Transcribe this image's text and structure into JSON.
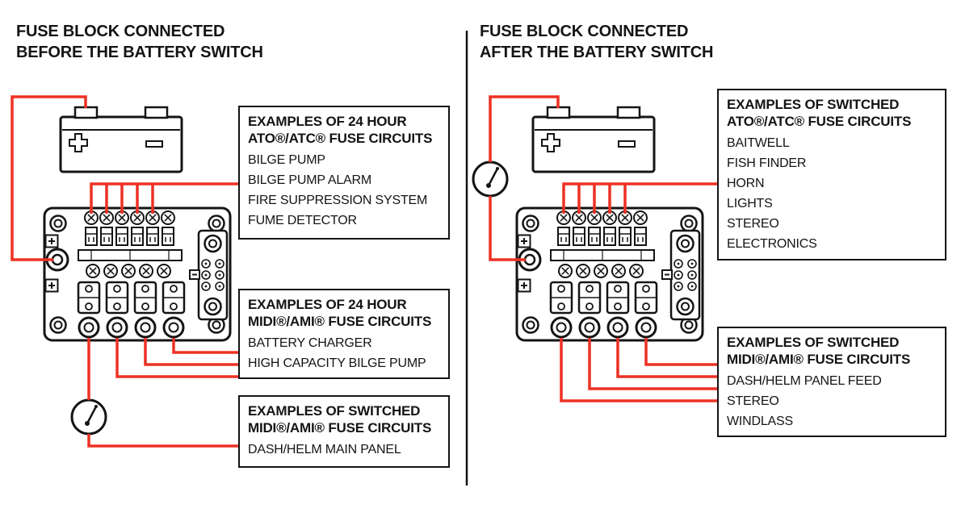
{
  "palette": {
    "red": "#ed3124",
    "ink": "#141414"
  },
  "left_panel": {
    "title_line1": "FUSE BLOCK CONNECTED",
    "title_line2": "BEFORE THE BATTERY SWITCH",
    "callouts": [
      {
        "title_line1": "EXAMPLES OF 24 HOUR",
        "title_line2": "ATO®/ATC® FUSE CIRCUITS",
        "items": [
          "BILGE PUMP",
          "BILGE PUMP ALARM",
          "FIRE SUPPRESSION SYSTEM",
          "FUME DETECTOR"
        ]
      },
      {
        "title_line1": "EXAMPLES OF 24 HOUR",
        "title_line2": "MIDI®/AMI® FUSE CIRCUITS",
        "items": [
          "BATTERY CHARGER",
          "HIGH CAPACITY BILGE PUMP"
        ]
      },
      {
        "title_line1": "EXAMPLES OF SWITCHED",
        "title_line2": "MIDI®/AMI® FUSE CIRCUITS",
        "items": [
          "DASH/HELM MAIN PANEL"
        ]
      }
    ]
  },
  "right_panel": {
    "title_line1": "FUSE BLOCK CONNECTED",
    "title_line2": "AFTER THE BATTERY SWITCH",
    "callouts": [
      {
        "title_line1": "EXAMPLES OF SWITCHED",
        "title_line2": "ATO®/ATC® FUSE CIRCUITS",
        "items": [
          "BAITWELL",
          "FISH FINDER",
          "HORN",
          "LIGHTS",
          "STEREO",
          "ELECTRONICS"
        ]
      },
      {
        "title_line1": "EXAMPLES OF SWITCHED",
        "title_line2": "MIDI®/AMI® FUSE CIRCUITS",
        "items": [
          "DASH/HELM PANEL FEED",
          "STEREO",
          "WINDLASS"
        ]
      }
    ]
  },
  "icons": {
    "battery": "battery-icon",
    "battery_switch": "battery-switch-icon",
    "fuse_block": "fuse-block-icon"
  }
}
